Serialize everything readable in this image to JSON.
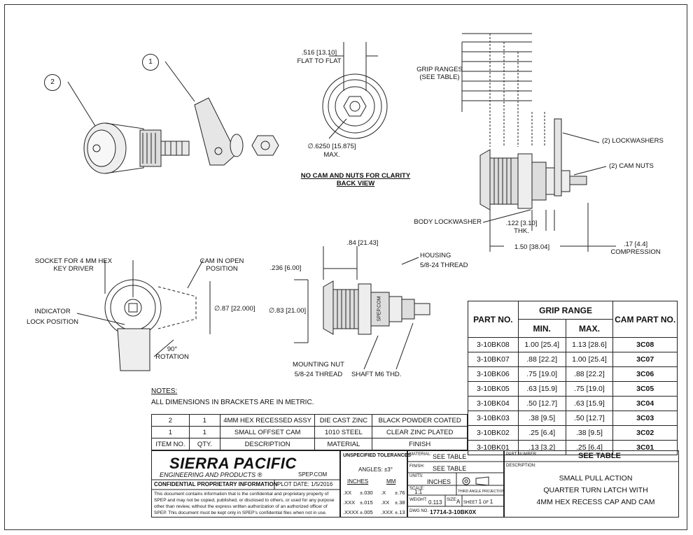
{
  "drawing": {
    "balloons": [
      "1",
      "2"
    ],
    "back_view": {
      "flat_label": ".516 [13.10]",
      "flat_caption": "FLAT TO FLAT",
      "dia_label": "∅.6250 [15.875]",
      "dia_caption": "MAX.",
      "note_line1": "NO CAM AND NUTS FOR CLARITY",
      "note_line2": "BACK VIEW"
    },
    "side_view": {
      "grip_ranges": "GRIP RANGES",
      "see_table": "(SEE TABLE)",
      "lockwashers": "(2) LOCKWASHERS",
      "cam_nuts": "(2) CAM NUTS",
      "body_lockwasher": "BODY LOCKWASHER",
      "thk_value": ".122 [3.10]",
      "thk": "THK.",
      "length": "1.50 [38.04]",
      "compression_value": ".17 [4.4]",
      "compression": "COMPRESSION"
    },
    "front_view": {
      "socket_line1": "SOCKET FOR 4 MM HEX",
      "socket_line2": "KEY DRIVER",
      "cam_open_line1": "CAM IN OPEN",
      "cam_open_line2": "POSITION",
      "dia": "∅.87 [22.000]",
      "indicator_line1": "INDICATOR",
      "indicator_line2": "LOCK POSITION",
      "rotation_line1": "90°",
      "rotation_line2": "ROTATION"
    },
    "profile_view": {
      "len84": ".84 [21.43]",
      "len236": ".236 [6.00]",
      "dia83": "∅.83 [21.00]",
      "housing_line1": "HOUSING",
      "housing_line2": "5/8-24 THREAD",
      "mounting_line1": "MOUNTING NUT",
      "mounting_line2": "5/8-24 THREAD",
      "shaft": "SHAFT M6 THD.",
      "mark": "SPEP.COM"
    }
  },
  "notes": {
    "title": "NOTES:",
    "body": "ALL DIMENSIONS IN BRACKETS ARE IN METRIC."
  },
  "grip_table": {
    "head_part": "PART NO.",
    "head_grip": "GRIP RANGE",
    "head_min": "MIN.",
    "head_max": "MAX.",
    "head_cam": "CAM PART NO.",
    "rows": [
      {
        "part": "3-10BK08",
        "min": "1.00 [25.4]",
        "max": "1.13 [28.6]",
        "cam": "3C08"
      },
      {
        "part": "3-10BK07",
        "min": ".88 [22.2]",
        "max": "1.00 [25.4]",
        "cam": "3C07"
      },
      {
        "part": "3-10BK06",
        "min": ".75 [19.0]",
        "max": ".88 [22.2]",
        "cam": "3C06"
      },
      {
        "part": "3-10BK05",
        "min": ".63 [15.9]",
        "max": ".75 [19.0]",
        "cam": "3C05"
      },
      {
        "part": "3-10BK04",
        "min": ".50 [12.7]",
        "max": ".63 [15.9]",
        "cam": "3C04"
      },
      {
        "part": "3-10BK03",
        "min": ".38 [9.5]",
        "max": ".50 [12.7]",
        "cam": "3C03"
      },
      {
        "part": "3-10BK02",
        "min": ".25 [6.4]",
        "max": ".38 [9.5]",
        "cam": "3C02"
      },
      {
        "part": "3-10BK01",
        "min": ".13 [3.2]",
        "max": ".25 [6.4]",
        "cam": "3C01"
      }
    ]
  },
  "bom": {
    "rows": [
      {
        "item": "2",
        "qty": "1",
        "desc": "4MM HEX RECESSED ASSY",
        "material": "DIE CAST ZINC",
        "finish": "BLACK POWDER COATED"
      },
      {
        "item": "1",
        "qty": "1",
        "desc": "SMALL OFFSET CAM",
        "material": "1010 STEEL",
        "finish": "CLEAR ZINC PLATED"
      }
    ],
    "header": {
      "item": "ITEM NO.",
      "qty": "QTY.",
      "desc": "DESCRIPTION",
      "material": "MATERIAL",
      "finish": "FINISH"
    }
  },
  "title_block": {
    "company": "SIERRA PACIFIC",
    "company_sub": "ENGINEERING AND PRODUCTS",
    "registered": "®",
    "website": "SPEP.COM",
    "confidential": "CONFIDENTIAL PROPRIETARY INFORMATION",
    "plot_label": "PLOT DATE:",
    "plot_date": "1/5/2016",
    "disclaimer": "This document contains information that is the confidential and proprietary property of SPEP and may not be copied, published, or disclosed to others, or used for any purpose other than review, without the express written authorization of an authorized officer of SPEP. This document must be kept only in SPEP's confidential files when not in use.",
    "tolerances_title": "UNSPECIFIED TOLERANCES",
    "angles": "ANGLES: ±3°",
    "inches": "INCHES",
    "mm": "MM",
    "tol_rows": [
      [
        ".XX",
        "±.030",
        ".X",
        "±.76"
      ],
      [
        ".XXX",
        "±.015",
        ".XX",
        "±.38"
      ],
      [
        ".XXXX",
        "±.005",
        ".XXX",
        "±.13"
      ]
    ],
    "material_label": "MATERIAL:",
    "material_value": "SEE TABLE",
    "finish_label": "FINISH:",
    "finish_value": "SEE TABLE",
    "units_label": "UNITS:",
    "units_value": "INCHES",
    "scale_label": "SCALE:",
    "scale_value": "1:1",
    "projection": "THIRD ANGLE PROJECTION",
    "weight_label": "WEIGHT:",
    "weight_value": "0.113",
    "size_label": "SIZE:",
    "size_value": "A",
    "sheet_label": "SHEET",
    "sheet_value": "1",
    "of_label": "OF",
    "of_value": "1",
    "dwg_label": "DWG NO.",
    "dwg_value": "17714-3-10BK0X",
    "part_number_label": "PART NUMBER:",
    "part_number_value": "SEE TABLE",
    "description_label": "DESCRIPTION:",
    "description_lines": [
      "SMALL PULL ACTION",
      "QUARTER TURN LATCH WITH",
      "4MM HEX RECESS CAP AND CAM"
    ]
  }
}
